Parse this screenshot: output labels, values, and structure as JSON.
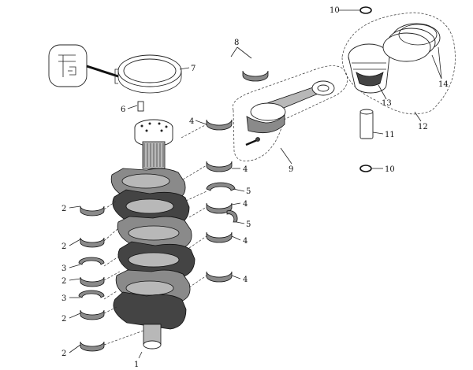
{
  "labels": {
    "l1": "1",
    "l2": "2",
    "l3": "3",
    "l4": "4",
    "l5": "5",
    "l6": "6",
    "l7": "7",
    "l8": "8",
    "l9": "9",
    "l10": "10",
    "l11": "11",
    "l12": "12",
    "l13": "13",
    "l14": "14"
  },
  "icons": {
    "inset": "seal-lip-detail-icon",
    "crank": "crankshaft-icon",
    "bearing": "bearing-shell-icon",
    "piston": "piston-icon",
    "rod": "connecting-rod-icon"
  },
  "colors": {
    "line": "#222222",
    "shade": "#8a8a8a",
    "background": "#ffffff"
  }
}
